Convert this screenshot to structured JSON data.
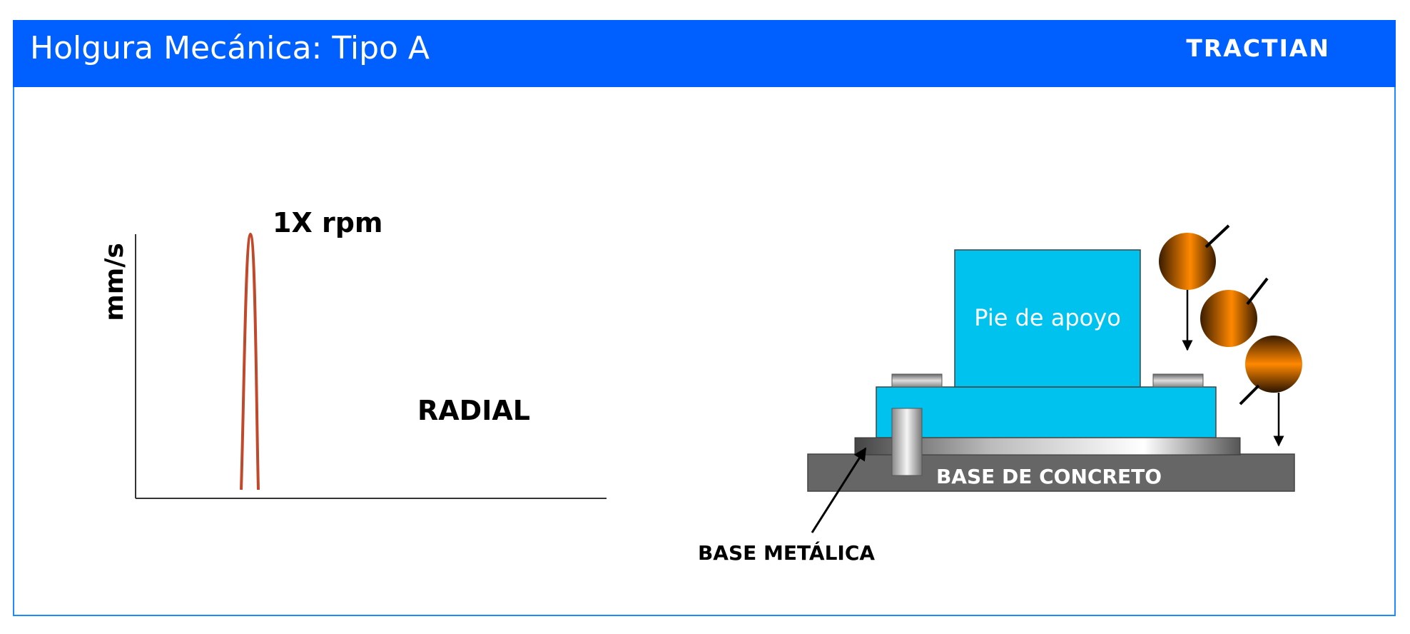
{
  "header": {
    "title": "Holgura Mecánica: Tipo A",
    "logo": "TRACTIAN",
    "bg_color": "#0060ff"
  },
  "spectrum": {
    "y_axis_label": "mm/s",
    "peak_label": "1X rpm",
    "direction_label": "RADIAL",
    "peak_color": "#c0492b"
  },
  "machine": {
    "foot_label": "Pie de apoyo",
    "concrete_label": "BASE DE CONCRETO",
    "metal_base_label": "BASE METÁLICA",
    "foot_color": "#00c2ee",
    "concrete_color": "#666666",
    "weight_color": "#ff8800"
  }
}
